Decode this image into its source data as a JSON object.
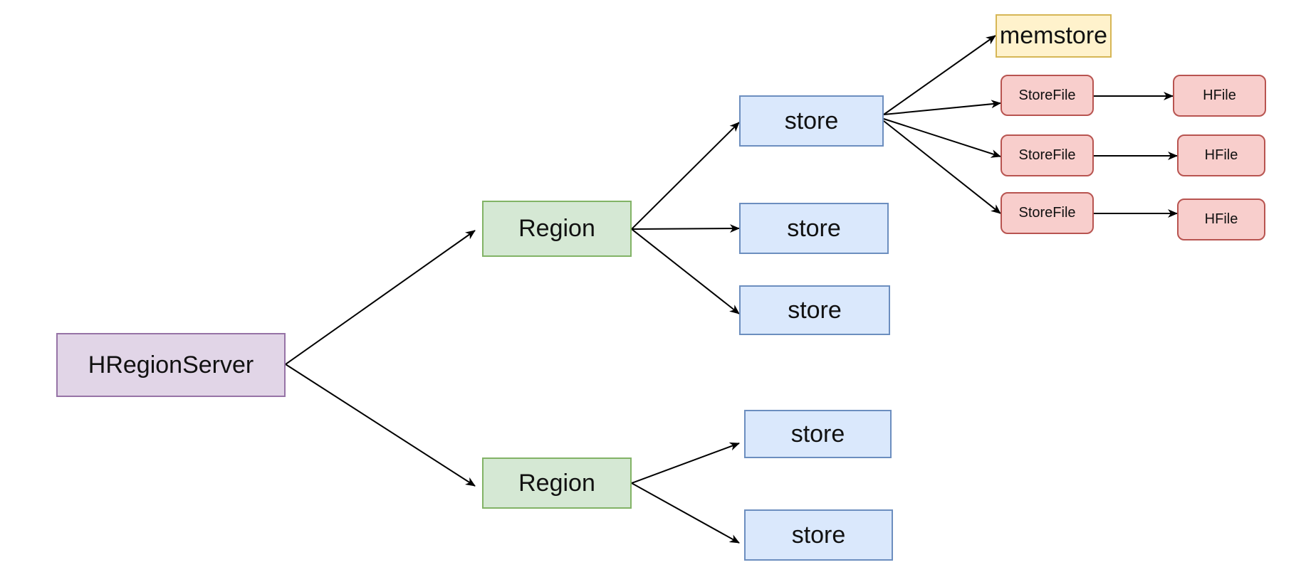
{
  "diagram": {
    "nodes": {
      "server": {
        "label": "HRegionServer"
      },
      "region1": {
        "label": "Region"
      },
      "region2": {
        "label": "Region"
      },
      "store1": {
        "label": "store"
      },
      "store2": {
        "label": "store"
      },
      "store3": {
        "label": "store"
      },
      "store4": {
        "label": "store"
      },
      "store5": {
        "label": "store"
      },
      "memstore": {
        "label": "memstore"
      },
      "storefile1": {
        "label": "StoreFile"
      },
      "storefile2": {
        "label": "StoreFile"
      },
      "storefile3": {
        "label": "StoreFile"
      },
      "hfile1": {
        "label": "HFile"
      },
      "hfile2": {
        "label": "HFile"
      },
      "hfile3": {
        "label": "HFile"
      }
    },
    "edges": [
      {
        "from": "server",
        "to": "region1"
      },
      {
        "from": "server",
        "to": "region2"
      },
      {
        "from": "region1",
        "to": "store1"
      },
      {
        "from": "region1",
        "to": "store2"
      },
      {
        "from": "region1",
        "to": "store3"
      },
      {
        "from": "region2",
        "to": "store4"
      },
      {
        "from": "region2",
        "to": "store5"
      },
      {
        "from": "store1",
        "to": "memstore"
      },
      {
        "from": "store1",
        "to": "storefile1"
      },
      {
        "from": "store1",
        "to": "storefile2"
      },
      {
        "from": "store1",
        "to": "storefile3"
      },
      {
        "from": "storefile1",
        "to": "hfile1"
      },
      {
        "from": "storefile2",
        "to": "hfile2"
      },
      {
        "from": "storefile3",
        "to": "hfile3"
      }
    ],
    "colors": {
      "server_fill": "#e1d5e7",
      "server_stroke": "#9673a6",
      "region_fill": "#d5e8d4",
      "region_stroke": "#82b366",
      "store_fill": "#dae8fc",
      "store_stroke": "#6c8ebf",
      "memstore_fill": "#fff2cc",
      "memstore_stroke": "#d6b656",
      "file_fill": "#f8cecc",
      "file_stroke": "#b85450",
      "edge": "#000000"
    }
  }
}
